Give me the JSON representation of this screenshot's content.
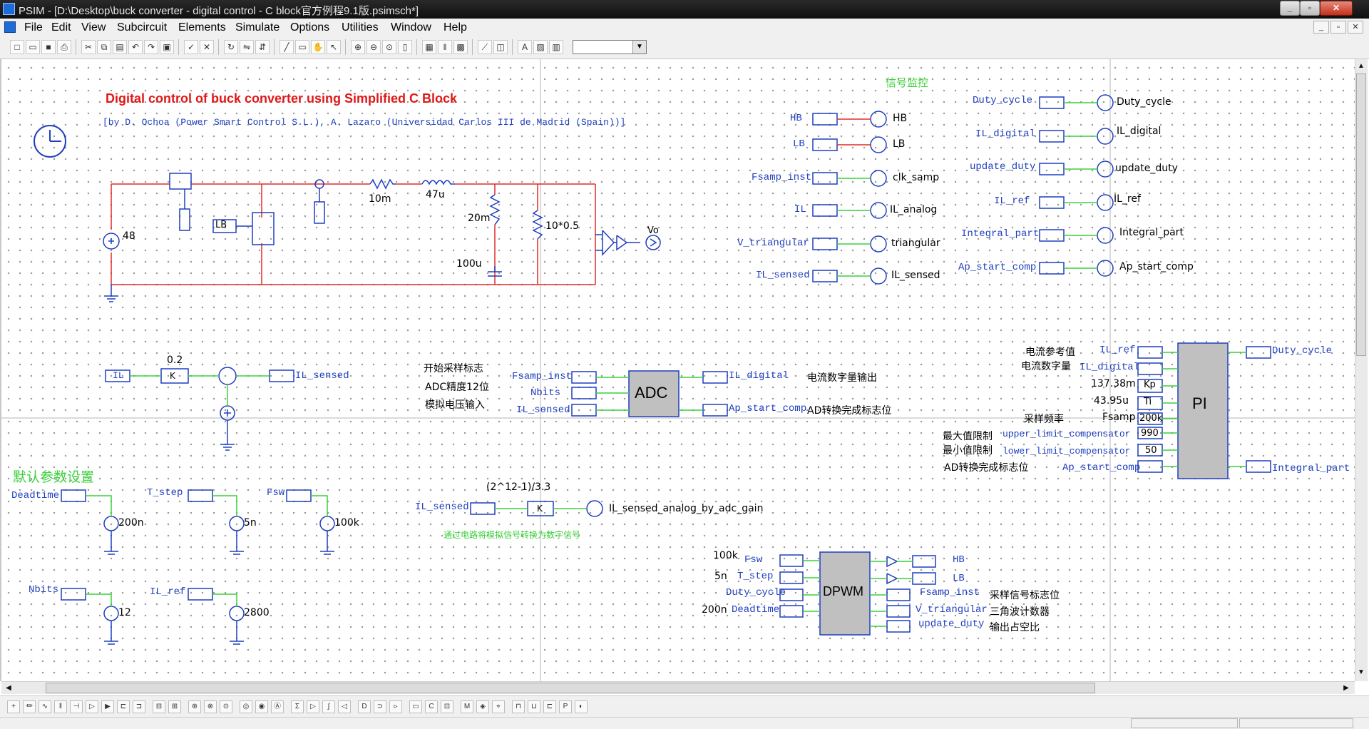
{
  "window": {
    "title": "PSIM - [D:\\Desktop\\buck converter - digital control - C block官方例程9.1版.psimsch*]"
  },
  "menu": [
    "File",
    "Edit",
    "View",
    "Subcircuit",
    "Elements",
    "Simulate",
    "Options",
    "Utilities",
    "Window",
    "Help"
  ],
  "toolbar": {
    "zoom_value": ""
  },
  "schematic": {
    "title": "Digital control of buck converter using Simplified C Block",
    "subtitle": "[by D. Ochoa (Power Smart Control S.L.),  A. Lazaro (Universidad Carlos III de Madrid (Spain))]",
    "colors": {
      "power": "#e02a2a",
      "wire_signal": "#3ad03a",
      "component": "#1f3fbf",
      "block_fill": "#c0c0c0"
    },
    "power_stage": {
      "source": "48",
      "lb_label": "LB",
      "resistor": "10m",
      "inductor": "47u",
      "esr": "20m",
      "cap": "100u",
      "load": "10*0.5",
      "vo": "Vo"
    },
    "monitor": {
      "heading": "信号监控",
      "left": [
        {
          "in": "HB",
          "out": "HB"
        },
        {
          "in": "LB",
          "out": "LB"
        },
        {
          "in": "Fsamp_inst",
          "out": "clk_samp"
        },
        {
          "in": "IL",
          "out": "IL_analog"
        },
        {
          "in": "V_triangular",
          "out": "triangular"
        },
        {
          "in": "IL_sensed",
          "out": "IL_sensed"
        }
      ],
      "right": [
        {
          "in": "Duty_cycle",
          "out": "Duty_cycle"
        },
        {
          "in": "IL_digital",
          "out": "IL_digital"
        },
        {
          "in": "update_duty",
          "out": "update_duty"
        },
        {
          "in": "IL_ref",
          "out": "IL_ref"
        },
        {
          "in": "Integral_part",
          "out": "Integral_part"
        },
        {
          "in": "Ap_start_comp",
          "out": "Ap_start_comp"
        }
      ]
    },
    "sense": {
      "in": "IL",
      "gain_label": "0.2",
      "k": "K",
      "out": "IL_sensed"
    },
    "adc": {
      "label": "ADC",
      "notes": [
        "开始采样标志",
        "ADC精度12位",
        "模拟电压输入"
      ],
      "inputs": [
        "Fsamp_inst",
        "Nbits",
        "IL_sensed"
      ],
      "outputs": [
        "IL_digital",
        "Ap_start_comp"
      ],
      "out_notes": [
        "电流数字量输出",
        "AD转换完成标志位"
      ]
    },
    "params": {
      "heading": "默认参数设置",
      "items": [
        {
          "name": "Deadtime",
          "value": "200n"
        },
        {
          "name": "T_step",
          "value": "5n"
        },
        {
          "name": "Fsw",
          "value": "100k"
        },
        {
          "name": "Nbits",
          "value": "12"
        },
        {
          "name": "IL_ref",
          "value": "2800"
        }
      ]
    },
    "gain": {
      "expr": "(2^12-1)/3.3",
      "in": "IL_sensed",
      "k": "K",
      "out": "IL_sensed_analog_by_adc_gain",
      "note": "通过电路将模拟信号转换为数字信号"
    },
    "dpwm": {
      "label": "DPWM",
      "inputs": [
        {
          "val": "100k",
          "port": "Fsw"
        },
        {
          "val": "5n",
          "port": "T_step"
        },
        {
          "val": "",
          "port": "Duty_cycle"
        },
        {
          "val": "200n",
          "port": "Deadtime"
        }
      ],
      "outputs": [
        "HB",
        "LB",
        "Fsamp_inst",
        "V_triangular",
        "update_duty"
      ],
      "notes": [
        "采样信号标志位",
        "三角波计数器",
        "输出占空比"
      ]
    },
    "pi": {
      "label": "PI",
      "inputs": [
        {
          "note": "电流参考值",
          "port": "IL_ref",
          "val": ""
        },
        {
          "note": "电流数字量",
          "port": "IL_digital",
          "val": ""
        },
        {
          "note": "",
          "port": "137.38m",
          "val": "Kp"
        },
        {
          "note": "",
          "port": "43.95u",
          "val": "Ti"
        },
        {
          "note": "采样频率",
          "port": "Fsamp",
          "val": "200k"
        },
        {
          "note": "最大值限制",
          "port": "upper_limit_compensator",
          "val": "990"
        },
        {
          "note": "最小值限制",
          "port": "lower_limit_compensator",
          "val": "50"
        },
        {
          "note": "AD转换完成标志位",
          "port": "Ap_start_comp",
          "val": ""
        }
      ],
      "outputs": [
        "Duty_cycle",
        "Integral_part"
      ]
    }
  }
}
